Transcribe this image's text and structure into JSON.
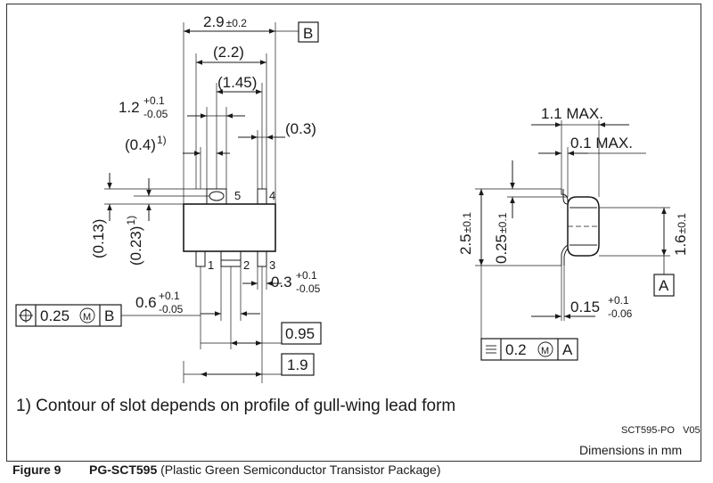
{
  "dimensions_top_view": {
    "width_total": "2.9",
    "width_total_tol": "±0.2",
    "datum_b": "B",
    "inner_width": "(2.2)",
    "lead_span": "(1.45)",
    "lead_width_main": "1.2",
    "lead_width_tol_plus": "+0.1",
    "lead_width_tol_minus": "-0.05",
    "slot_width": "(0.4)",
    "slot_note_ref": "1)",
    "lead_gap": "(0.3)",
    "stand_off": "(0.13)",
    "slot_depth": "(0.23)",
    "slot_depth_ref": "1)",
    "lead_width_bottom": "0.6",
    "lead_width_bottom_plus": "+0.1",
    "lead_width_bottom_minus": "-0.05",
    "lead_thickness": "0.3",
    "lead_thickness_plus": "+0.1",
    "lead_thickness_minus": "-0.05",
    "pitch": "0.95",
    "pitch_double": "1.9",
    "pins": [
      "1",
      "2",
      "3",
      "4",
      "5"
    ],
    "position_tol_value": "0.25",
    "position_tol_modifier": "M",
    "position_tol_datum": "B"
  },
  "dimensions_side_view": {
    "max_length": "1.1 MAX.",
    "max_offset": "0.1 MAX.",
    "height_total": "2.5",
    "height_total_tol": "±0.1",
    "lead_height": "0.25",
    "lead_height_tol": "±0.1",
    "body_height": "1.6",
    "body_height_tol": "±0.1",
    "datum_a": "A",
    "lead_thickness": "0.15",
    "lead_thickness_plus": "+0.1",
    "lead_thickness_minus": "-0.06",
    "coplanarity_value": "0.2",
    "coplanarity_modifier": "M",
    "coplanarity_datum": "A"
  },
  "footnote": "1) Contour of slot depends on profile of gull-wing lead form",
  "drawing_code": "SCT595-PO   V05",
  "units_note": "Dimensions in mm",
  "caption": {
    "figure_label": "Figure 9",
    "package_name": "PG-SCT595",
    "package_description": " (Plastic Green Semiconductor Transistor Package)"
  }
}
